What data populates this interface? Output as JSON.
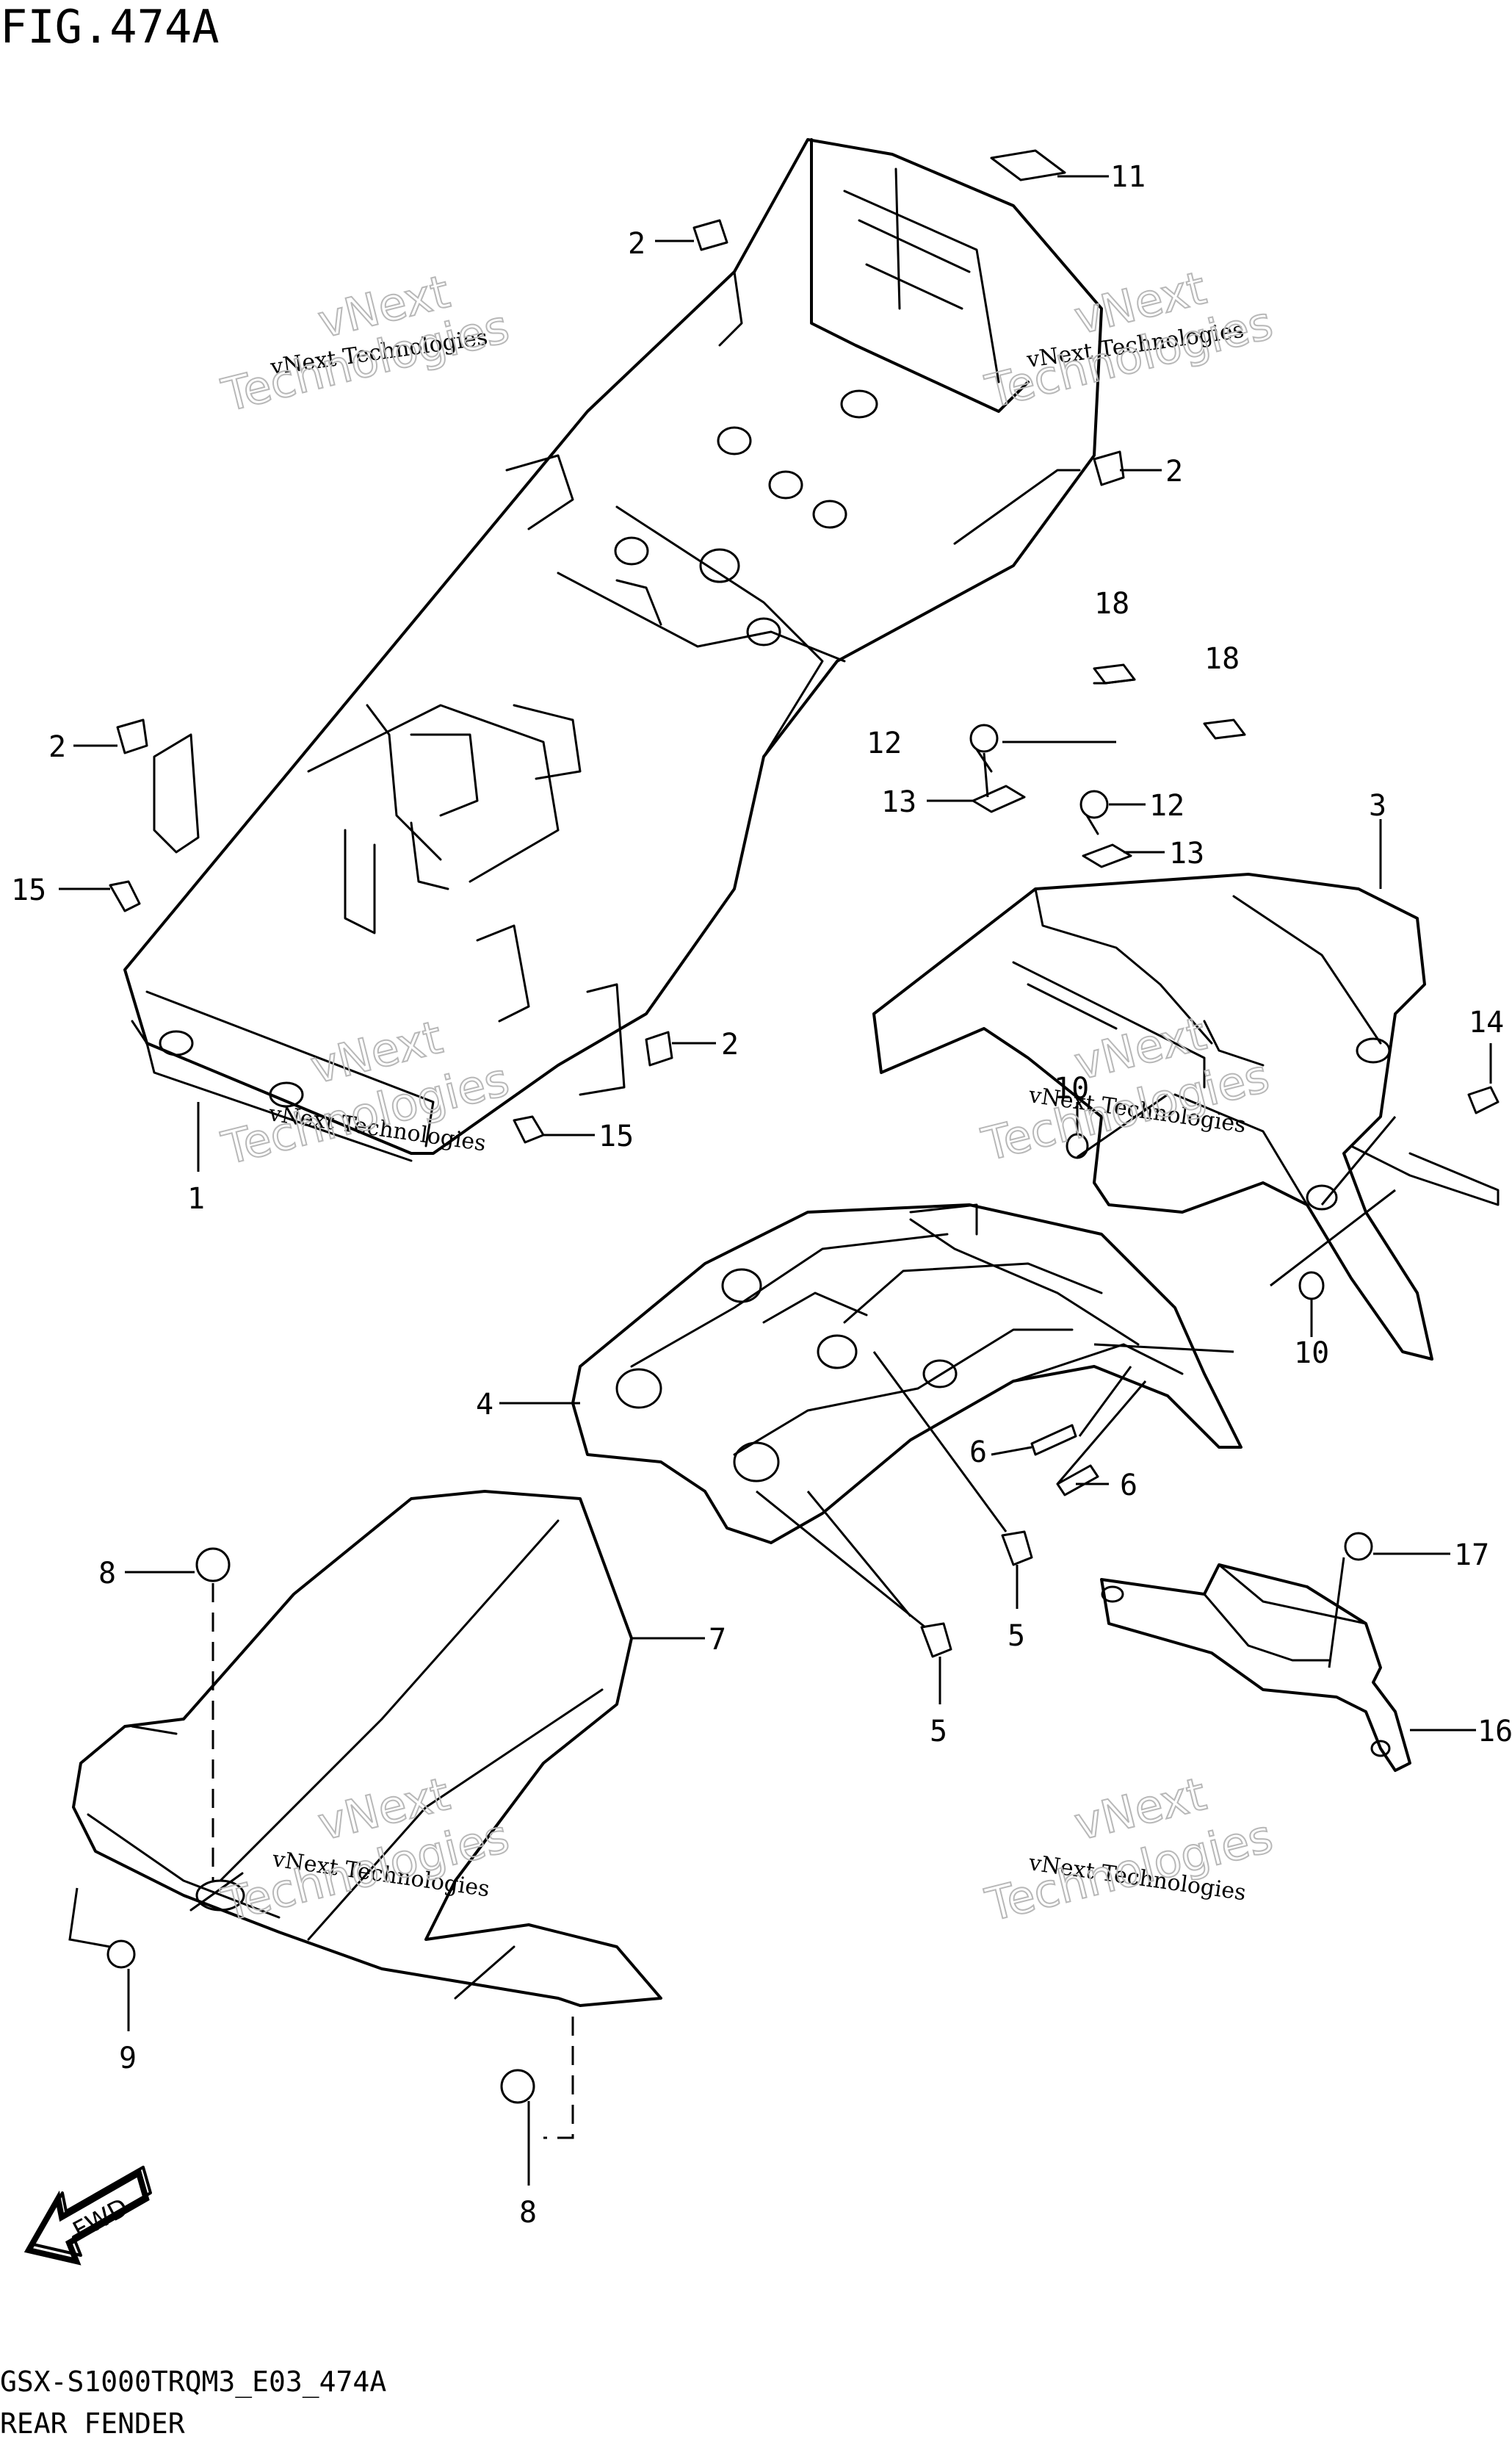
{
  "figure": {
    "title": "FIG.474A",
    "code": "GSX-S1000TRQM3_E03_474A",
    "caption": "REAR FENDER"
  },
  "watermark": {
    "line1": "vNext Technologies",
    "line2": "vNext",
    "line3": "Technologies"
  },
  "direction_badge": "FWD",
  "callouts": {
    "c1": "1",
    "c2a": "2",
    "c2b": "2",
    "c2c": "2",
    "c2d": "2",
    "c3": "3",
    "c4": "4",
    "c5a": "5",
    "c5b": "5",
    "c6a": "6",
    "c6b": "6",
    "c7": "7",
    "c8a": "8",
    "c8b": "8",
    "c9": "9",
    "c10a": "10",
    "c10b": "10",
    "c11": "11",
    "c12a": "12",
    "c12b": "12",
    "c13a": "13",
    "c13b": "13",
    "c14": "14",
    "c15a": "15",
    "c15b": "15",
    "c16": "16",
    "c17": "17",
    "c18a": "18",
    "c18b": "18"
  }
}
